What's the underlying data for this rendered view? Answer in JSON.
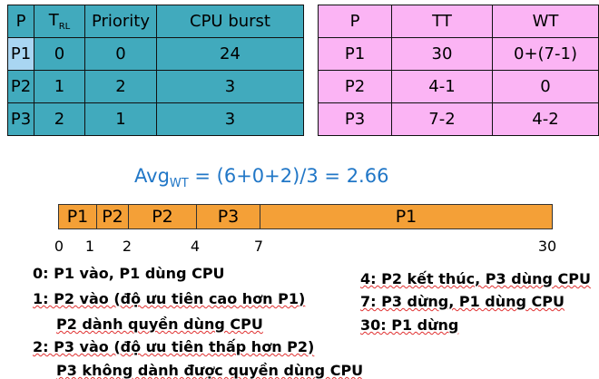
{
  "left_table": {
    "headers": [
      "P",
      "T",
      "RL",
      "Priority",
      "CPU burst"
    ],
    "rows": [
      [
        "P1",
        "0",
        "0",
        "24"
      ],
      [
        "P2",
        "1",
        "2",
        "3"
      ],
      [
        "P3",
        "2",
        "1",
        "3"
      ]
    ]
  },
  "right_table": {
    "headers": [
      "P",
      "TT",
      "WT"
    ],
    "rows": [
      [
        "P1",
        "30",
        "0+(7-1)"
      ],
      [
        "P2",
        "4-1",
        "0"
      ],
      [
        "P3",
        "7-2",
        "4-2"
      ]
    ]
  },
  "avg": {
    "base": "Avg",
    "sub": "WT",
    "expr": " = (6+0+2)/3 = 2.66"
  },
  "gantt": {
    "segments": [
      {
        "label": "P1",
        "start": 0,
        "end": 1
      },
      {
        "label": "P2",
        "start": 1,
        "end": 2
      },
      {
        "label": "P2",
        "start": 2,
        "end": 4
      },
      {
        "label": "P3",
        "start": 4,
        "end": 7
      },
      {
        "label": "P1",
        "start": 7,
        "end": 30
      }
    ],
    "ticks": [
      "0",
      "1",
      "2",
      "4",
      "7",
      "30"
    ]
  },
  "notes_left": [
    "0: P1 vào, P1 dùng CPU",
    "1: P2 vào (độ ưu tiên cao hơn P1)",
    "P2 dành quyền dùng CPU",
    "2: P3 vào (độ ưu tiên thấp hơn P2)",
    "P3 không dành được quyền dùng CPU"
  ],
  "notes_right": [
    "4: P2 kết thúc, P3 dùng CPU",
    "7: P3 dừng, P1 dùng CPU",
    "30: P1 dừng"
  ]
}
